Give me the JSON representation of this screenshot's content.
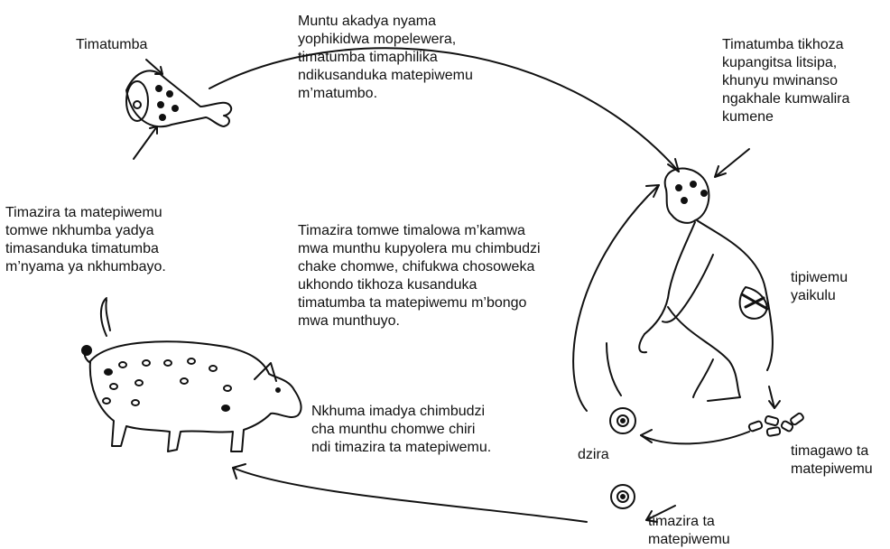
{
  "labels": {
    "timatumba": "Timatumba",
    "person_eats": "Muntu akadya nyama\nyophikidwa mopelewera,\ntimatumba timaphilika\nndikusanduka matepiwemu\nm’matumbo.",
    "cysts_muscle": "Timatumba tikhoza\nkupangitsa litsipa,\nkhunyu mwinanso\nngakhale kumwalira\nkumene",
    "eggs_pig_eats": "Timazira ta matepiwemu\ntomwe nkhumba yadya\ntimasanduka timatumba\nm’nyama ya nkhumbayo.",
    "eggs_in_mouth": "Timazira tomwe timalowa m’kamwa\nmwa munthu kupyolera mu chimbudzi\nchake chomwe, chifukwa chosoweka\nukhondo tikhoza kusanduka\ntimatumba ta matepiwemu m’bongo\nmwa munthuyo.",
    "adult_worm": "tipiwemu\nyaikulu",
    "pig_eats_feces": "Nkhuma imadya chimbudzi\ncha munthu chomwe chiri\nndi timazira ta matepiwemu.",
    "dzira": "dzira",
    "segments": "timagawo ta\nmatepiwemu",
    "eggs_bottom": "timazira ta\nmatepiwemu"
  }
}
